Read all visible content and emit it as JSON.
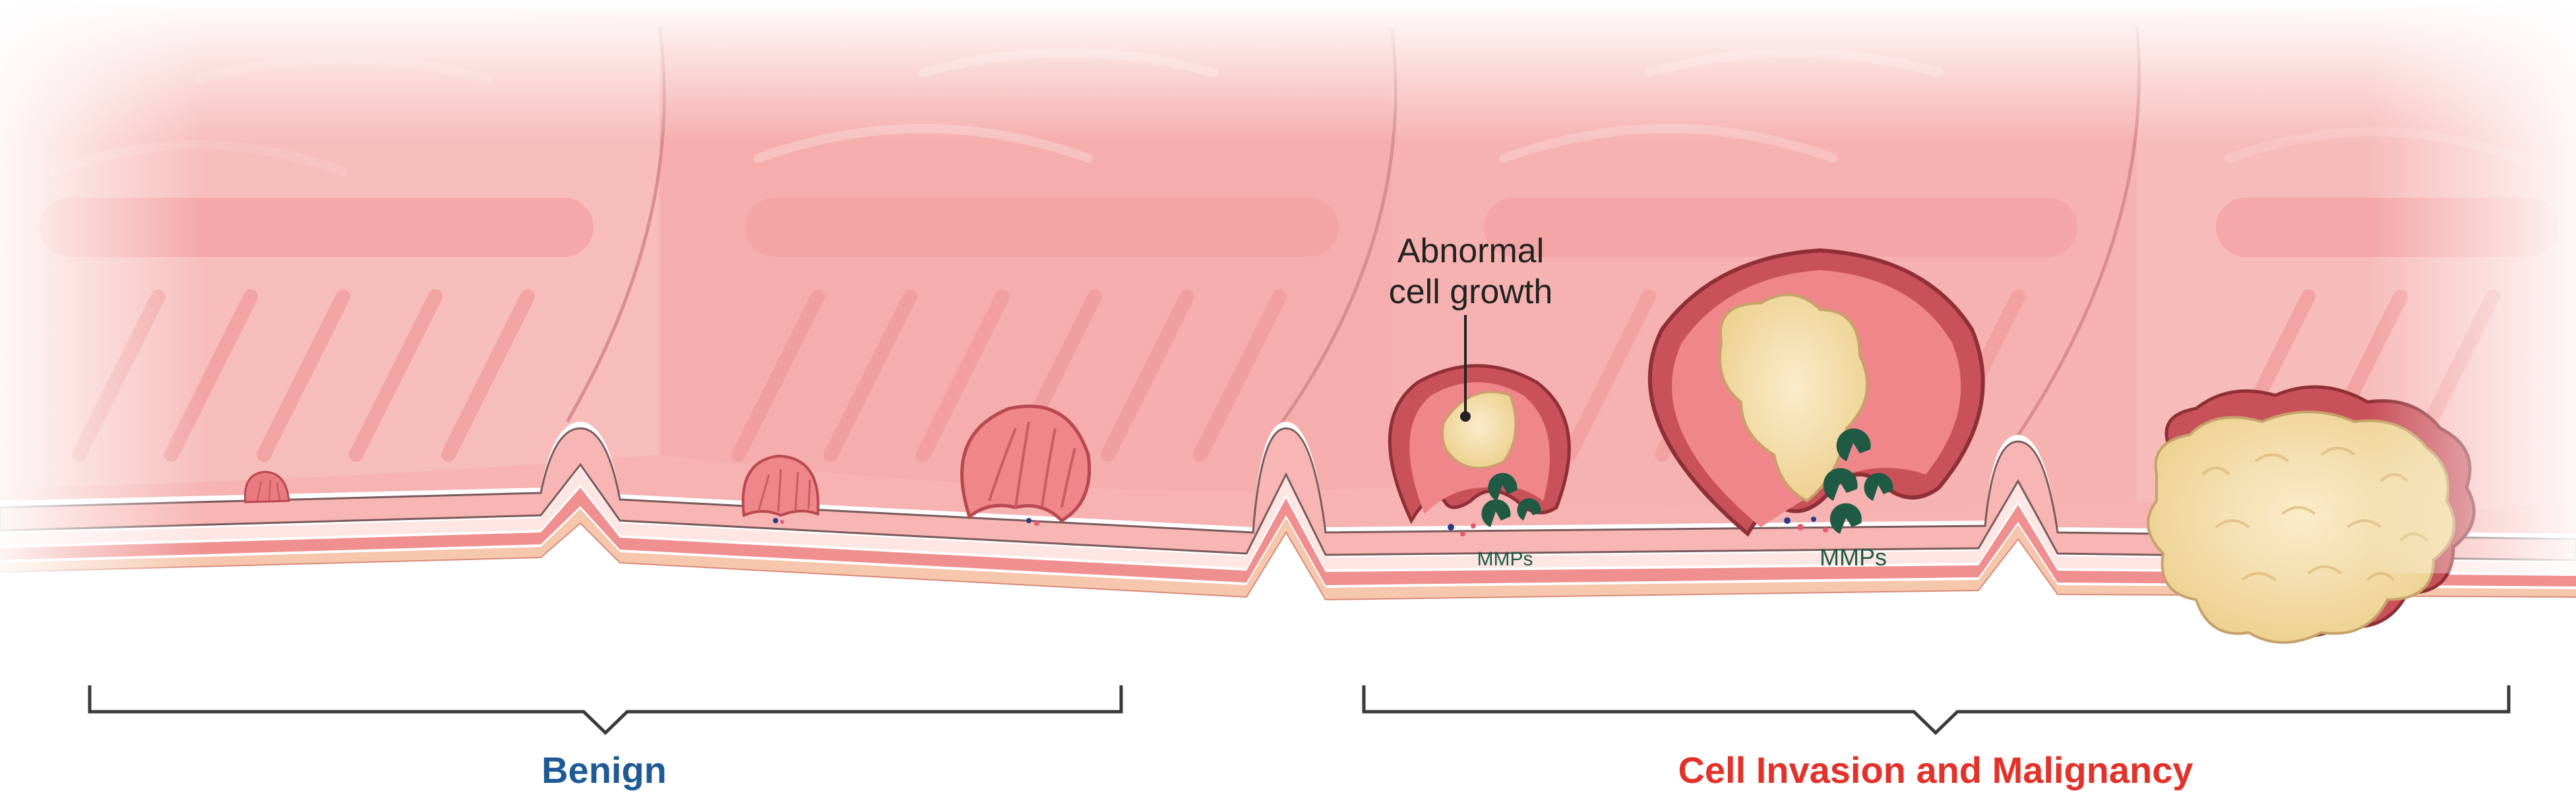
{
  "annotations": {
    "abnormal_line1": "Abnormal",
    "abnormal_line2": "cell growth",
    "mmps_small": "MMPs",
    "mmps_large": "MMPs"
  },
  "stages": {
    "benign": "Benign",
    "malignant": "Cell Invasion and Malignancy"
  },
  "colors": {
    "benign_label": "#1f5a96",
    "malignant_label": "#e2322a",
    "mucosa": "#f5a7a7",
    "mucosa_light": "#fbd3d1",
    "polyp": "#e9787c",
    "polyp_dark": "#c9525a",
    "tumor": "#f3dca6",
    "mmp": "#1f5a45",
    "bracket": "#3a3a3a"
  }
}
